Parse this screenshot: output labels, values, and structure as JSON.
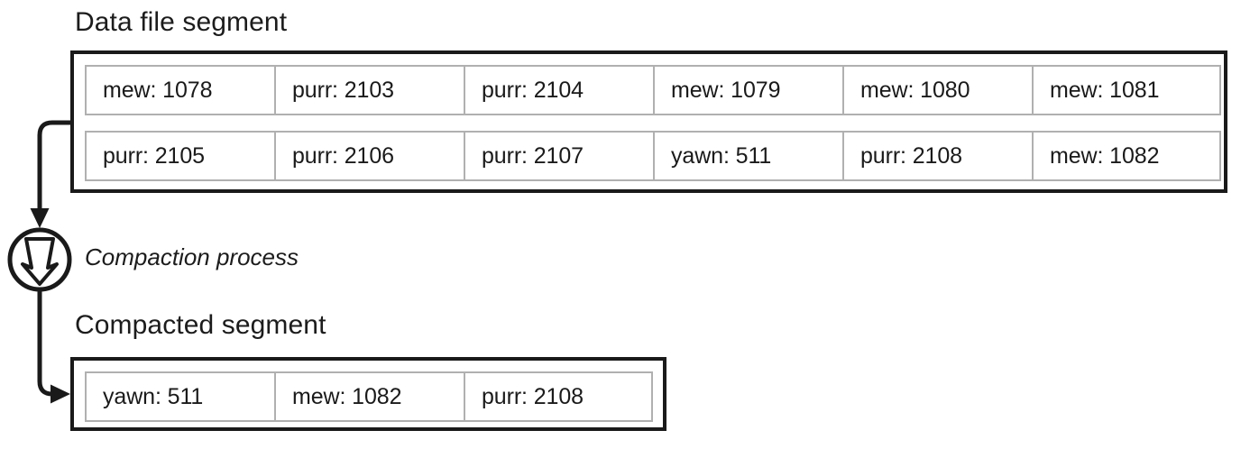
{
  "diagram": {
    "title_top": "Data file segment",
    "title_bottom": "Compacted segment",
    "process_label": "Compaction process",
    "icon_name": "compaction-down-arrow-icon",
    "colors": {
      "ink": "#1a1a1a",
      "cell_border": "#b0b0b0",
      "background": "#ffffff"
    }
  },
  "data_file_segment": {
    "rows": [
      [
        {
          "key": "mew",
          "value": 1078,
          "text": "mew: 1078"
        },
        {
          "key": "purr",
          "value": 2103,
          "text": "purr: 2103"
        },
        {
          "key": "purr",
          "value": 2104,
          "text": "purr: 2104"
        },
        {
          "key": "mew",
          "value": 1079,
          "text": "mew: 1079"
        },
        {
          "key": "mew",
          "value": 1080,
          "text": "mew: 1080"
        },
        {
          "key": "mew",
          "value": 1081,
          "text": "mew: 1081"
        }
      ],
      [
        {
          "key": "purr",
          "value": 2105,
          "text": "purr: 2105"
        },
        {
          "key": "purr",
          "value": 2106,
          "text": "purr: 2106"
        },
        {
          "key": "purr",
          "value": 2107,
          "text": "purr: 2107"
        },
        {
          "key": "yawn",
          "value": 511,
          "text": "yawn: 511"
        },
        {
          "key": "purr",
          "value": 2108,
          "text": "purr: 2108"
        },
        {
          "key": "mew",
          "value": 1082,
          "text": "mew: 1082"
        }
      ]
    ]
  },
  "compacted_segment": {
    "rows": [
      [
        {
          "key": "yawn",
          "value": 511,
          "text": "yawn: 511"
        },
        {
          "key": "mew",
          "value": 1082,
          "text": "mew: 1082"
        },
        {
          "key": "purr",
          "value": 2108,
          "text": "purr: 2108"
        }
      ]
    ]
  }
}
